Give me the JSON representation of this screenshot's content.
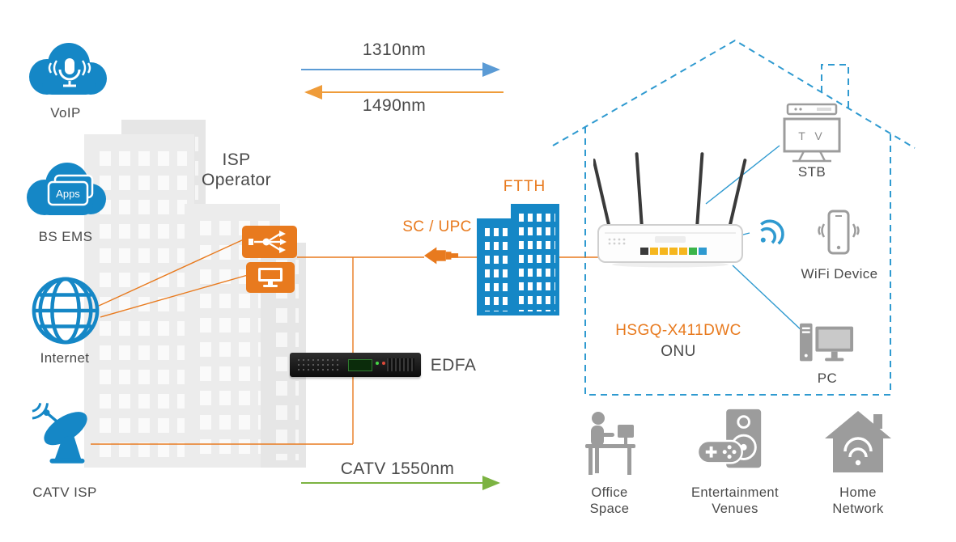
{
  "colors": {
    "brand_blue": "#1587c6",
    "accent_orange": "#e87a1e",
    "line_blue": "#2f9ad0",
    "arrow_blue": "#5b9bd5",
    "arrow_green": "#7cb342",
    "icon_gray": "#9c9c9c",
    "text_dark": "#4a4a4a"
  },
  "sources": {
    "voip": {
      "label": "VoIP",
      "icon": "voip-cloud-mic-icon"
    },
    "bs_ems": {
      "label": "BS EMS",
      "badge": "Apps",
      "icon": "apps-cloud-icon"
    },
    "internet": {
      "label": "Internet",
      "icon": "internet-globe-icon"
    },
    "catv": {
      "label": "CATV ISP",
      "icon": "satellite-dish-icon"
    }
  },
  "isp_operator": {
    "label": "ISP\nOperator"
  },
  "wavelengths": {
    "downstream": "1310nm",
    "upstream": "1490nm",
    "catv": "CATV 1550nm"
  },
  "odn": {
    "connector_label": "SC / UPC",
    "ftth_label": "FTTH",
    "edfa_label": "EDFA"
  },
  "onu": {
    "model": "HSGQ-X411DWC",
    "device": "ONU"
  },
  "cpe": {
    "stb": {
      "label": "STB",
      "screen_text": "T V",
      "icon": "tv-stb-icon"
    },
    "wifi_device": {
      "label": "WiFi Device",
      "icon": "smartphone-icon"
    },
    "pc": {
      "label": "PC",
      "icon": "desktop-pc-icon"
    }
  },
  "applications": [
    {
      "label": "Office\nSpace",
      "icon": "office-space-icon"
    },
    {
      "label": "Entertainment\nVenues",
      "icon": "entertainment-venues-icon"
    },
    {
      "label": "Home\nNetwork",
      "icon": "home-network-icon"
    }
  ]
}
